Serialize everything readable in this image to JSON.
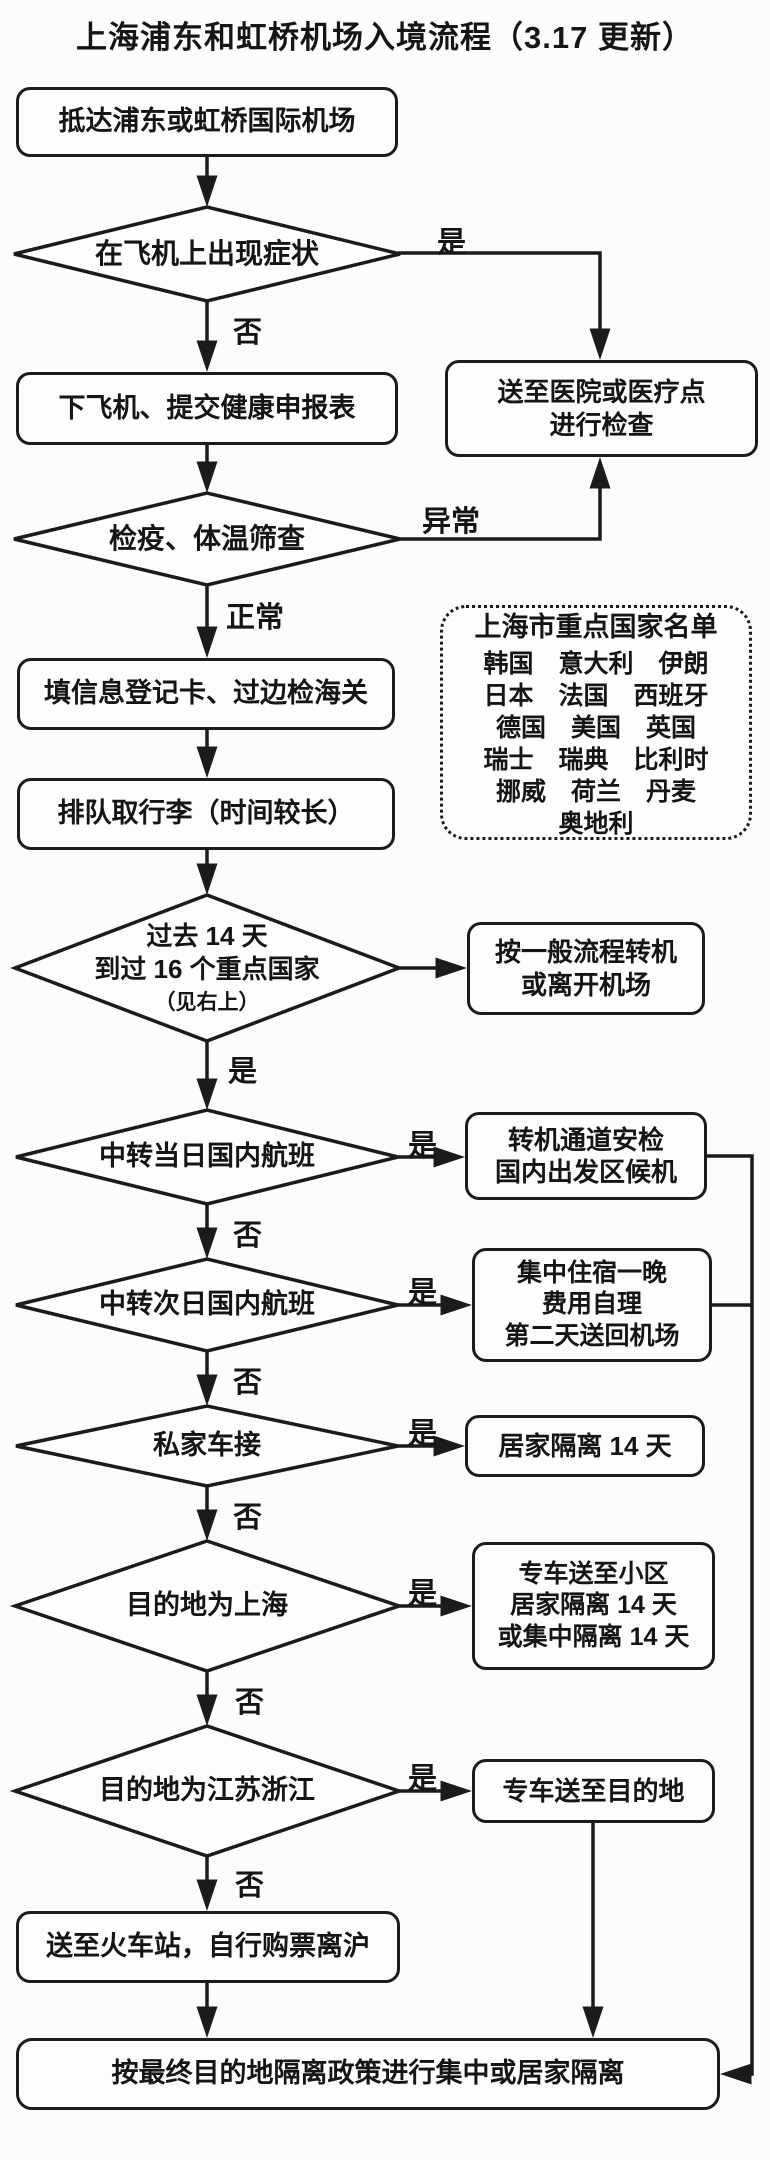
{
  "title": "上海浦东和虹桥机场入境流程（3.17 更新）",
  "edge_labels": {
    "yes": "是",
    "no": "否",
    "abnormal": "异常",
    "normal": "正常"
  },
  "nodes": {
    "arrive": "抵达浦东或虹桥国际机场",
    "symptom_check": "在飞机上出现症状",
    "hospital": "送至医院或医疗点\n进行检查",
    "deplane": "下飞机、提交健康申报表",
    "quarantine_inspect": "检疫、体温筛查",
    "registration": "填信息登记卡、过边检海关",
    "baggage": "排队取行李（时间较长）",
    "visited_countries": "过去 14 天\n到过 16 个重点国家",
    "visited_countries_note": "（见右上）",
    "normal_flow": "按一般流程转机\n或离开机场",
    "same_day_transfer": "中转当日国内航班",
    "transfer_security": "转机通道安检\n国内出发区候机",
    "next_day_transfer": "中转次日国内航班",
    "hotel_night": "集中住宿一晚\n费用自理\n第二天送回机场",
    "private_car": "私家车接",
    "home_quarantine": "居家隔离 14 天",
    "dest_shanghai": "目的地为上海",
    "car_to_community": "专车送至小区\n居家隔离 14 天\n或集中隔离 14 天",
    "dest_jiangsu_zhejiang": "目的地为江苏浙江",
    "car_to_destination": "专车送至目的地",
    "train_station": "送至火车站，自行购票离沪",
    "final_quarantine": "按最终目的地隔离政策进行集中或居家隔离"
  },
  "priority_list": {
    "title": "上海市重点国家名单",
    "rows": [
      "韩国　意大利　伊朗",
      "日本　法国　西班牙",
      "德国　美国　英国",
      "瑞士　瑞典　比利时",
      "挪威　荷兰　丹麦",
      "奥地利"
    ]
  },
  "colors": {
    "line": "#1b1b1b",
    "background": "#fcfcfc"
  }
}
